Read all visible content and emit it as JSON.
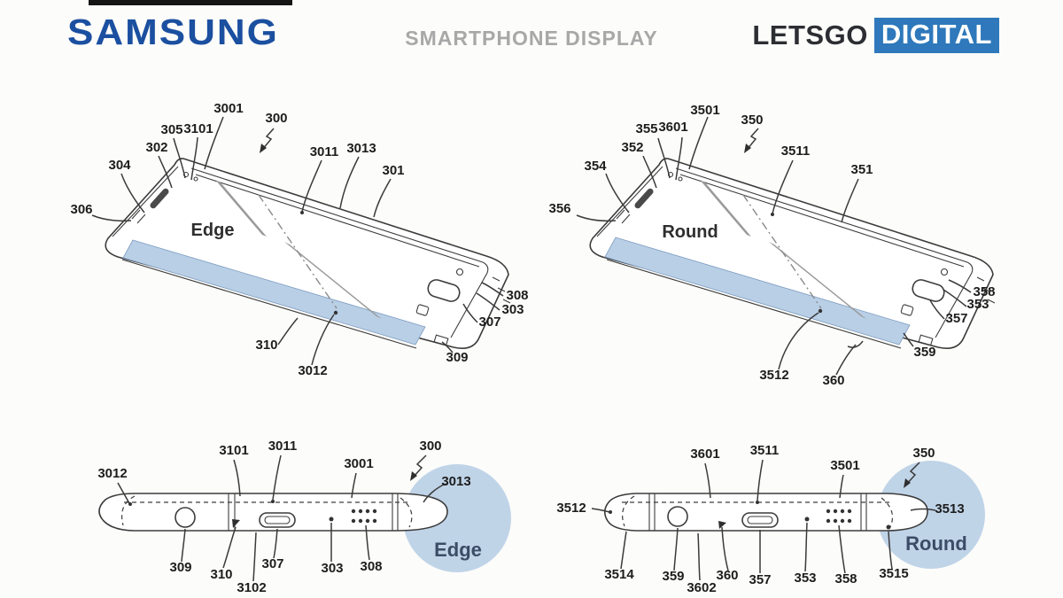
{
  "header": {
    "samsung": "SAMSUNG",
    "title": "SMARTPHONE DISPLAY",
    "letsgo": "LETSGO",
    "digital": "DIGITAL"
  },
  "colors": {
    "samsung_blue": "#1b4fa0",
    "title_gray": "#a8a8a8",
    "letsgo_dark": "#2c2e33",
    "digital_box_blue": "#2e78bb",
    "highlight_blue": "#b9cfe6",
    "circle_blue": "#c0d4e8"
  },
  "figures": {
    "edge_perspective": {
      "caption": "Edge",
      "labels": [
        "3001",
        "300",
        "305",
        "3101",
        "302",
        "304",
        "306",
        "3011",
        "3013",
        "301",
        "308",
        "303",
        "307",
        "310",
        "3012",
        "309"
      ]
    },
    "round_perspective": {
      "caption": "Round",
      "labels": [
        "3501",
        "350",
        "355",
        "3601",
        "352",
        "354",
        "356",
        "3511",
        "351",
        "358",
        "353",
        "357",
        "359",
        "3512",
        "360"
      ]
    },
    "edge_side": {
      "caption": "Edge",
      "labels": [
        "3012",
        "3101",
        "3011",
        "3001",
        "300",
        "3013",
        "309",
        "310",
        "3102",
        "307",
        "303",
        "308"
      ]
    },
    "round_side": {
      "caption": "Round",
      "labels": [
        "3512",
        "3601",
        "3511",
        "3501",
        "350",
        "3513",
        "3514",
        "359",
        "3602",
        "360",
        "357",
        "353",
        "358",
        "3515"
      ]
    }
  }
}
